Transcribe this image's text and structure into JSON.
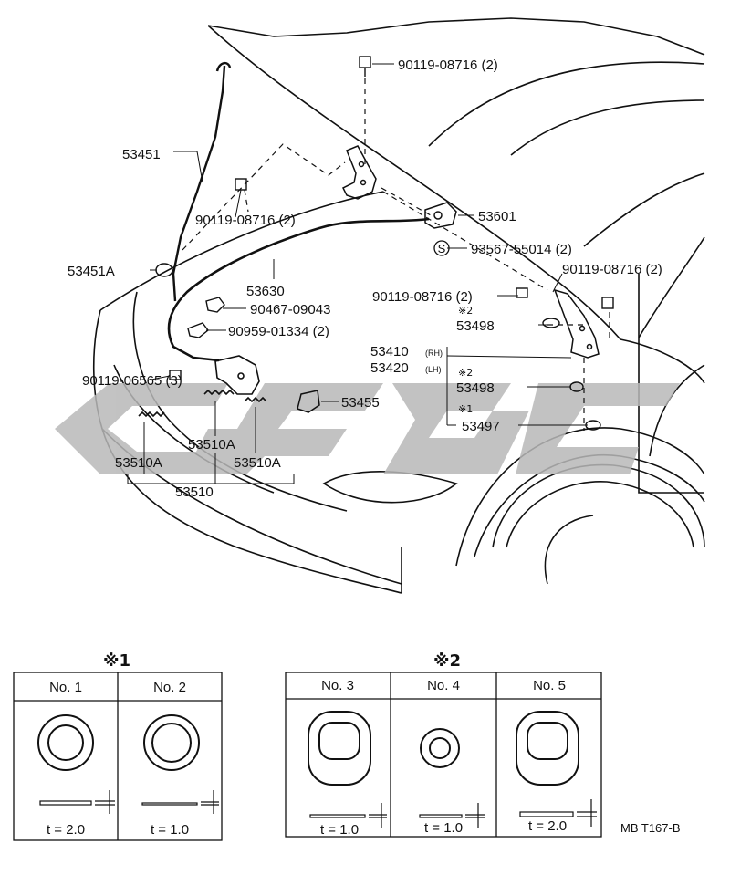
{
  "parts": {
    "p_53451": "53451",
    "p_53451A": "53451A",
    "p_90119_08716_top": "90119-08716 (2)",
    "p_90119_08716_left": "90119-08716 (2)",
    "p_53601": "53601",
    "p_93567": "93567-55014 (2)",
    "p_90119_08716_right": "90119-08716 (2)",
    "p_90119_08716_mid": "90119-08716 (2)",
    "p_53630": "53630",
    "p_90467": "90467-09043",
    "p_90959": "90959-01334 (2)",
    "p_53498_a": "53498",
    "p_53410": "53410",
    "p_53410_side": "(RH)",
    "p_53420": "53420",
    "p_53420_side": "(LH)",
    "p_53498_b": "53498",
    "p_53497": "53497",
    "p_90119_06565": "90119-06565 (3)",
    "p_53455": "53455",
    "p_53510A_c": "53510A",
    "p_53510A_l": "53510A",
    "p_53510A_r": "53510A",
    "p_53510": "53510",
    "s_mark": "S",
    "note2_a": "※2",
    "note2_b": "※2",
    "note1": "※1"
  },
  "table1": {
    "mark": "※1",
    "columns": [
      {
        "no": "No. 1",
        "t": "t = 2.0"
      },
      {
        "no": "No. 2",
        "t": "t = 1.0"
      }
    ]
  },
  "table2": {
    "mark": "※2",
    "columns": [
      {
        "no": "No. 3",
        "t": "t = 1.0"
      },
      {
        "no": "No. 4",
        "t": "t = 1.0"
      },
      {
        "no": "No. 5",
        "t": "t = 2.0"
      }
    ]
  },
  "diagram_code": "MB T167-B"
}
